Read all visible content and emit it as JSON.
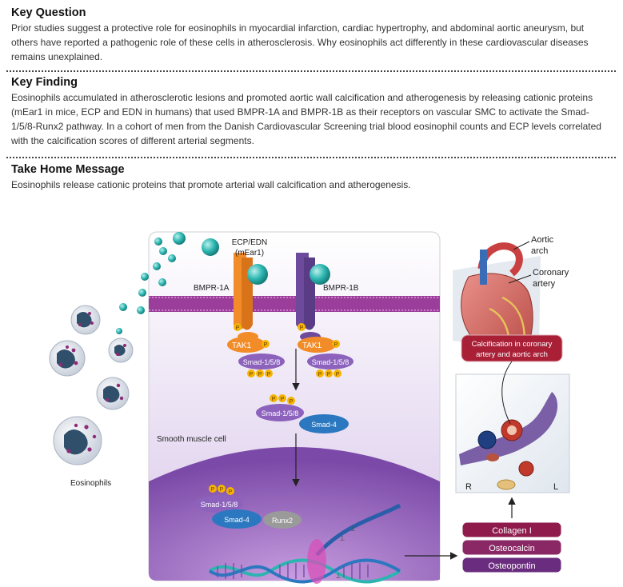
{
  "key_question": {
    "heading": "Key Question",
    "text": "Prior studies suggest a protective role for eosinophils in myocardial infarction, cardiac hypertrophy, and abdominal aortic aneurysm, but others have reported a pathogenic role of these cells in atherosclerosis. Why eosinophils act differently in these cardiovascular diseases remains unexplained."
  },
  "key_finding": {
    "heading": "Key Finding",
    "text": "Eosinophils accumulated in atherosclerotic lesions and promoted aortic wall calcification and atherogenesis by releasing cationic proteins (mEar1 in mice, ECP and EDN in humans) that used BMPR-1A and BMPR-1B as their receptors on vascular SMC to activate the Smad-1/5/8-Runx2 pathway. In a cohort of men from the Danish Cardiovascular Screening trial blood eosinophil counts and ECP levels correlated with the calcification scores of different arterial segments."
  },
  "take_home": {
    "heading": "Take Home Message",
    "text": "Eosinophils release cationic proteins that promote arterial wall calcification and atherogenesis."
  },
  "diagram": {
    "ligand_label_1": "ECP/EDN",
    "ligand_label_2": "(mEar1)",
    "receptor_a": "BMPR-1A",
    "receptor_b": "BMPR-1B",
    "phospho": "P",
    "kinase": "TAK1",
    "smad158": "Smad-1/5/8",
    "smad4": "Smad-4",
    "runx2": "Runx2",
    "cell_label": "Smooth muscle cell",
    "eosinophils_label": "Eosinophils",
    "aortic_arch_1": "Aortic",
    "aortic_arch_2": "arch",
    "coronary_1": "Coronary",
    "coronary_2": "artery",
    "calc_box_1": "Calcification in coronary",
    "calc_box_2": "artery and aortic arch",
    "side_r": "R",
    "side_l": "L",
    "genes": [
      "Collagen I",
      "Osteocalcin",
      "Osteopontin"
    ],
    "colors": {
      "membrane": "#9b3e9b",
      "receptor_a": "#f28c28",
      "receptor_b": "#6d4a9c",
      "ligand": "#2cb5b0",
      "smad158": "#8c62bd",
      "smad4": "#2b78c0",
      "runx2": "#9a9a9a",
      "phospho": "#f4b400",
      "gene_box_1": "#8e1b4c",
      "gene_box_2": "#8a2865",
      "gene_box_3": "#6a2c7e",
      "calc_box": "#a81f36"
    }
  }
}
